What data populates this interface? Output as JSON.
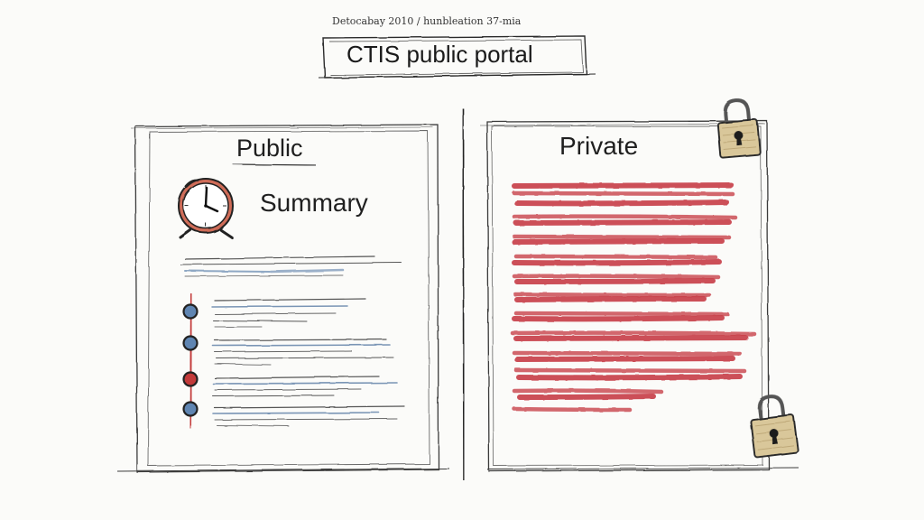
{
  "note": "Detocabay 2010 / hunbleation 37-mia",
  "title": "CTIS public portal",
  "public": {
    "heading": "Public",
    "summary_label": "Summary",
    "icons": [
      "alarm-clock-icon"
    ],
    "timeline_dots": [
      "blue",
      "blue",
      "red",
      "blue"
    ]
  },
  "private": {
    "heading": "Private",
    "icons": [
      "padlock-icon",
      "padlock-icon"
    ]
  },
  "colors": {
    "ink": "#1f1f1f",
    "redaction": "#c8414b",
    "timeline_red": "#c33a3a",
    "timeline_blue": "#5f85b2",
    "lock_body": "#d9c79a",
    "paper": "#fbfbf9"
  }
}
